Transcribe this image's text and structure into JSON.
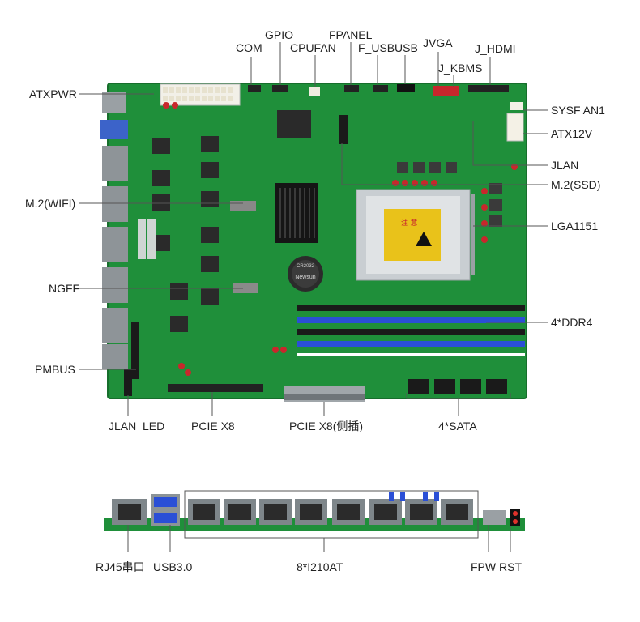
{
  "labels": {
    "com": "COM",
    "gpio": "GPIO",
    "cpufan": "CPUFAN",
    "fpanel": "FPANEL",
    "f_usb": "F_USB",
    "usb": "USB",
    "jvga": "JVGA",
    "j_hdmi": "J_HDMI",
    "j_kbms": "J_KBMS",
    "atxpwr": "ATXPWR",
    "sysfan1": "SYSF AN1",
    "atx12v": "ATX12V",
    "jlan": "JLAN",
    "m2_ssd": "M.2(SSD)",
    "m2_wifi": "M.2(WIFI)",
    "lga1151": "LGA1151",
    "ngff": "NGFF",
    "ddr4": "4*DDR4",
    "pmbus": "PMBUS",
    "jlan_led": "JLAN_LED",
    "pcie_x8": "PCIE X8",
    "pcie_x8_side": "PCIE X8(侧插)",
    "sata": "4*SATA",
    "rj45": "RJ45串口",
    "usb30": "USB3.0",
    "i210at": "8*I210AT",
    "fpw_rst": "FPW RST"
  },
  "board": {
    "pcb_color": "#1f8f3a",
    "heatsink_color": "#111111",
    "dimm_blue": "#2a4fd6",
    "dimm_black": "#1a1a1a",
    "socket_cover": "#e9c21a",
    "cpu_sticker_text": "注 意",
    "bios_battery_text": "Newsun",
    "bios_battery_label": "CR2032"
  }
}
